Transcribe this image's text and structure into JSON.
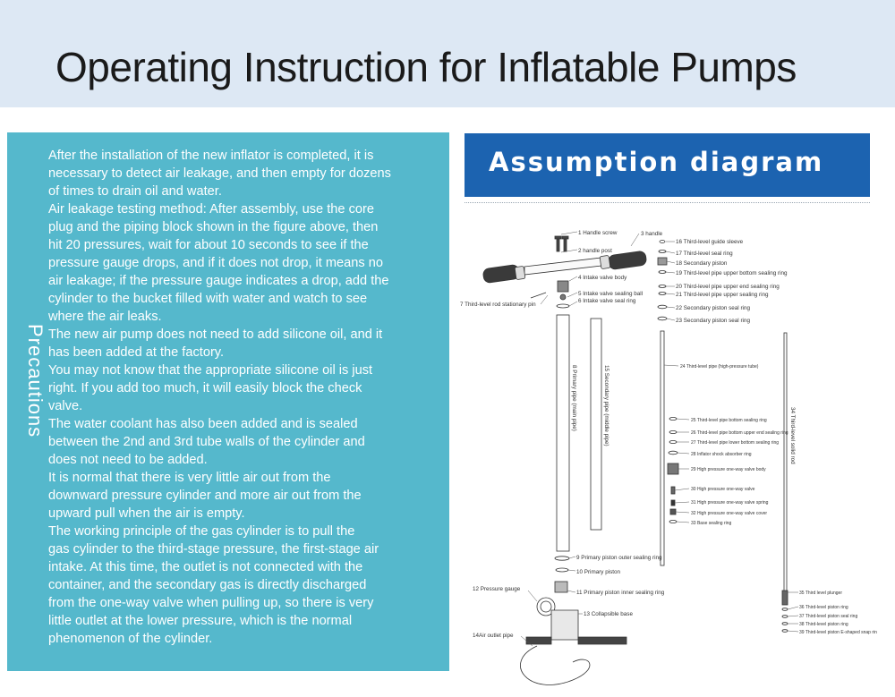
{
  "header": {
    "title": "Operating Instruction for Inflatable Pumps"
  },
  "precautions": {
    "side_label": "Precautions",
    "lines": [
      "After the installation of the new inflator is completed, it is",
      "necessary to detect air leakage, and then empty for dozens",
      "of times to drain oil and water.",
      "Air leakage testing method: After assembly, use the core",
      "plug and the piping block shown in the figure above, then",
      "hit 20 pressures, wait for about 10 seconds to see if the",
      "pressure gauge drops, and if it does not drop, it means no",
      "air leakage; if the pressure gauge indicates a drop, add the",
      "cylinder to the bucket filled with water and watch to see",
      "where the air leaks.",
      "The new air pump does not need to add silicone oil, and it",
      "has been added at the factory.",
      "You may not know that the appropriate silicone oil is just",
      "right. If you add too much, it will easily block the check",
      "valve.",
      "The water coolant has also been added and is sealed",
      "between the 2nd and 3rd tube walls of the cylinder and",
      "does not need to be added.",
      "It is normal that there is very little air out from the",
      "downward pressure cylinder and more air out from the",
      "upward pull when the air is empty.",
      "The working principle of the gas cylinder is to pull the",
      "gas cylinder to the third-stage pressure, the first-stage air",
      "intake. At this time, the outlet is not connected with the",
      "container, and the secondary gas is directly discharged",
      "from the one-way valve when pulling up, so there is very",
      "little outlet at the lower pressure, which is the normal",
      "phenomenon of the cylinder."
    ]
  },
  "diagram": {
    "title": "Assumption diagram",
    "labels": {
      "p1": "1 Handle screw",
      "p2": "2 handle post",
      "p3": "3 handle",
      "p4": "4 Intake valve body",
      "p5": "5 Intake valve sealing ball",
      "p6": "6 Intake valve seal ring",
      "p7": "7 Third-level rod stationary pin",
      "p8": "8 Primary pipe (main pipe)",
      "p9": "9 Primary piston outer sealing ring",
      "p10": "10 Primary piston",
      "p11": "11 Primary piston inner sealing ring",
      "p12": "12 Pressure gauge",
      "p13": "13 Collapsible base",
      "p14": "14Air outlet pipe",
      "p15": "15 Secondary pipe (middle pipe)",
      "p16": "16 Third-level guide sleeve",
      "p17": "17 Third-level seal ring",
      "p18": "18 Secondary piston",
      "p19": "19 Third-level pipe upper bottom sealing ring",
      "p20": "20 Third-level pipe upper end sealing ring",
      "p21": "21 Third-level pipe upper sealing ring",
      "p22": "22 Secondary piston seal ring",
      "p23": "23 Secondary piston seal ring",
      "p24": "24 Third-level pipe (high-pressure tube)",
      "p25": "25 Third-level pipe bottom sealing ring",
      "p26": "26 Third-level pipe bottom upper end sealing ring",
      "p27": "27 Third-level pipe lower bottom sealing ring",
      "p28": "28 Inflator shock absorber ring",
      "p29": "29 High pressure one-way valve body",
      "p30": "30 High pressure one-way valve",
      "p31": "31 High pressure one-way valve spring",
      "p32": "32 High pressure one-way valve cover",
      "p33": "33 Base sealing ring",
      "p34": "34 Third-level solid rod",
      "p35": "35 Third level plunger",
      "p36": "36 Third-level piston ring",
      "p37": "37 Third-level piston seal ring",
      "p38": "38 Third-level piston ring",
      "p39": "39 Third-level piston E-shaped snap rin"
    }
  },
  "colors": {
    "header_band": "#dde8f4",
    "panel": "#55b8cc",
    "diagram_head": "#1c63b0"
  }
}
